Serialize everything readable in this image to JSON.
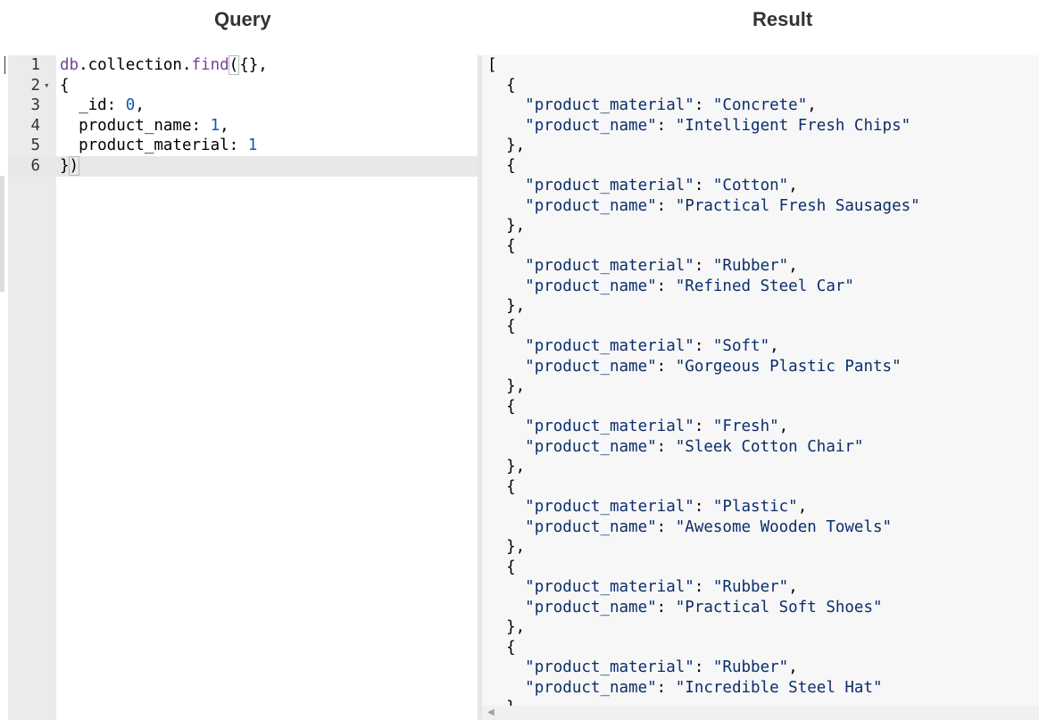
{
  "query_pane": {
    "title": "Query",
    "lines": [
      {
        "num": "1",
        "fold": "",
        "parts": [
          {
            "t": "db",
            "c": "kw"
          },
          {
            "t": ".collection.",
            "c": ""
          },
          {
            "t": "find",
            "c": "kw"
          },
          {
            "t": "(",
            "c": "box"
          },
          {
            "t": "{},",
            "c": ""
          }
        ]
      },
      {
        "num": "2",
        "fold": "▾",
        "parts": [
          {
            "t": "{",
            "c": ""
          }
        ]
      },
      {
        "num": "3",
        "fold": "",
        "parts": [
          {
            "t": "  _id: ",
            "c": ""
          },
          {
            "t": "0",
            "c": "num"
          },
          {
            "t": ",",
            "c": ""
          }
        ]
      },
      {
        "num": "4",
        "fold": "",
        "parts": [
          {
            "t": "  product_name: ",
            "c": ""
          },
          {
            "t": "1",
            "c": "num"
          },
          {
            "t": ",",
            "c": ""
          }
        ]
      },
      {
        "num": "5",
        "fold": "",
        "parts": [
          {
            "t": "  product_material: ",
            "c": ""
          },
          {
            "t": "1",
            "c": "num"
          }
        ]
      },
      {
        "num": "6",
        "fold": "",
        "parts": [
          {
            "t": "}",
            "c": ""
          },
          {
            "t": ")",
            "c": "box"
          }
        ]
      }
    ]
  },
  "result_pane": {
    "title": "Result",
    "documents": [
      {
        "product_material": "Concrete",
        "product_name": "Intelligent Fresh Chips"
      },
      {
        "product_material": "Cotton",
        "product_name": "Practical Fresh Sausages"
      },
      {
        "product_material": "Rubber",
        "product_name": "Refined Steel Car"
      },
      {
        "product_material": "Soft",
        "product_name": "Gorgeous Plastic Pants"
      },
      {
        "product_material": "Fresh",
        "product_name": "Sleek Cotton Chair"
      },
      {
        "product_material": "Plastic",
        "product_name": "Awesome Wooden Towels"
      },
      {
        "product_material": "Rubber",
        "product_name": "Practical Soft Shoes"
      },
      {
        "product_material": "Rubber",
        "product_name": "Incredible Steel Hat"
      }
    ],
    "key_material": "product_material",
    "key_name": "product_name"
  },
  "scrollbar": {
    "left_arrow": "◀"
  }
}
